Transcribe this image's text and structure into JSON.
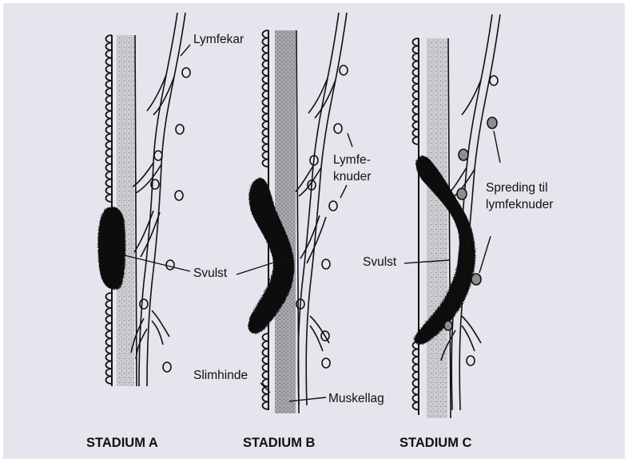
{
  "figure": {
    "background": "#e6e4ec",
    "ink": "#111111",
    "muscle_color": "#b8b6bc",
    "node_fill_spread": "#8e8c90"
  },
  "labels": {
    "lymph_vessel": "Lymfekar",
    "lymph_node_line1": "Lymfe-",
    "lymph_node_line2": "knuder",
    "tumor_a": "Svulst",
    "tumor_c": "Svulst",
    "mucosa": "Slimhinde",
    "muscle_layer": "Muskellag",
    "spread_line1": "Spreding til",
    "spread_line2": "lymfeknuder"
  },
  "stages": [
    {
      "label": "STADIUM A"
    },
    {
      "label": "STADIUM B"
    },
    {
      "label": "STADIUM C"
    }
  ]
}
